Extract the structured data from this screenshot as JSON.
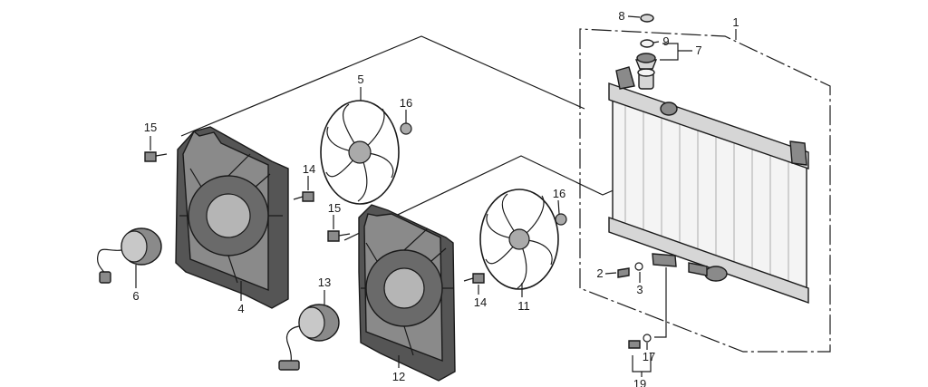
{
  "callouts": {
    "c1": "1",
    "c2": "2",
    "c3": "3",
    "c4": "4",
    "c5": "5",
    "c6": "6",
    "c7": "7",
    "c8": "8",
    "c9": "9",
    "c11": "11",
    "c12": "12",
    "c13": "13",
    "c14a": "14",
    "c14b": "14",
    "c15a": "15",
    "c15b": "15",
    "c16a": "16",
    "c16b": "16",
    "c17": "17",
    "c19": "19"
  },
  "colors": {
    "ink": "#1a1a1a",
    "shroud": "#555555",
    "background": "#ffffff"
  }
}
